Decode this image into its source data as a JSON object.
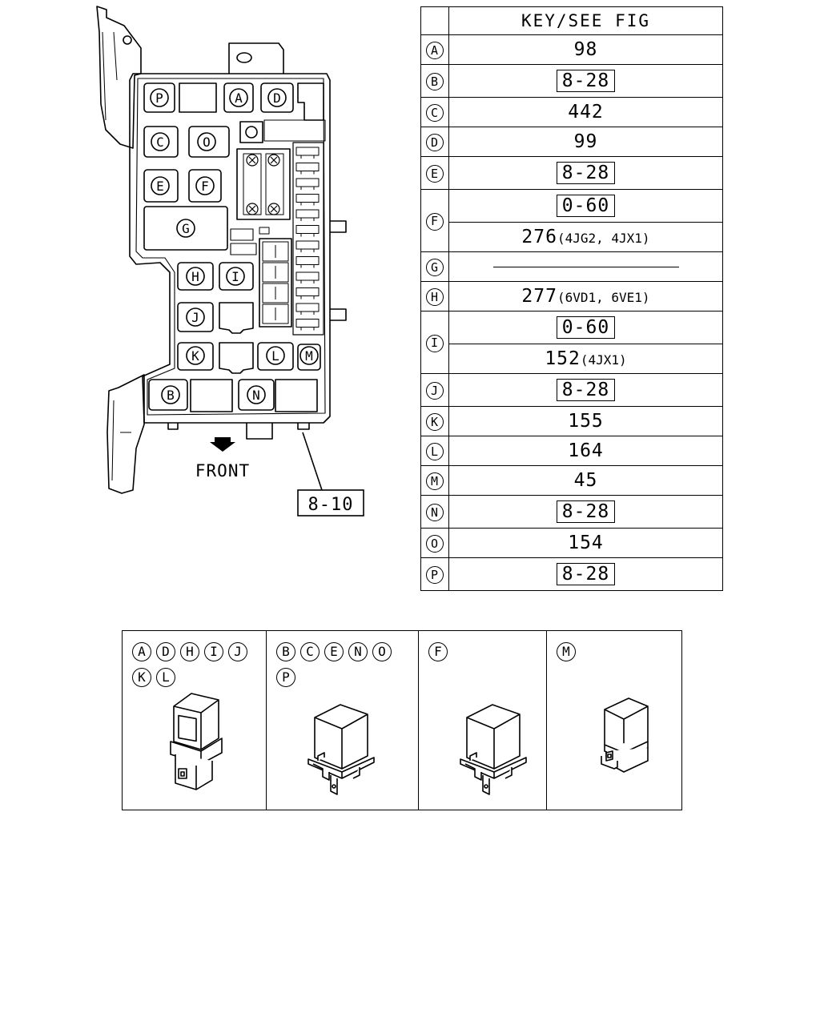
{
  "fusebox": {
    "positions": [
      "P",
      "A",
      "D",
      "C",
      "O",
      "E",
      "F",
      "G",
      "H",
      "I",
      "J",
      "K",
      "L",
      "M",
      "B",
      "N"
    ],
    "callout": "8-10",
    "front_label": "FRONT"
  },
  "key_table": {
    "header": "KEY/SEE FIG",
    "rows": [
      {
        "key": "A",
        "entries": [
          {
            "text": "98",
            "boxed": false
          }
        ]
      },
      {
        "key": "B",
        "entries": [
          {
            "text": "8-28",
            "boxed": true
          }
        ]
      },
      {
        "key": "C",
        "entries": [
          {
            "text": "442",
            "boxed": false
          }
        ]
      },
      {
        "key": "D",
        "entries": [
          {
            "text": "99",
            "boxed": false
          }
        ]
      },
      {
        "key": "E",
        "entries": [
          {
            "text": "8-28",
            "boxed": true
          }
        ]
      },
      {
        "key": "F",
        "entries": [
          {
            "text": "0-60",
            "boxed": true
          },
          {
            "text": "276",
            "note": "(4JG2, 4JX1)",
            "boxed": false
          }
        ]
      },
      {
        "key": "G",
        "entries": [
          {
            "text": "",
            "boxed": false,
            "blank_line": true
          }
        ]
      },
      {
        "key": "H",
        "entries": [
          {
            "text": "277",
            "note": "(6VD1, 6VE1)",
            "boxed": false
          }
        ]
      },
      {
        "key": "I",
        "entries": [
          {
            "text": "0-60",
            "boxed": true
          },
          {
            "text": "152",
            "note": "(4JX1)",
            "boxed": false
          }
        ]
      },
      {
        "key": "J",
        "entries": [
          {
            "text": "8-28",
            "boxed": true
          }
        ]
      },
      {
        "key": "K",
        "entries": [
          {
            "text": "155",
            "boxed": false
          }
        ]
      },
      {
        "key": "L",
        "entries": [
          {
            "text": "164",
            "boxed": false
          }
        ]
      },
      {
        "key": "M",
        "entries": [
          {
            "text": "45",
            "boxed": false
          }
        ]
      },
      {
        "key": "N",
        "entries": [
          {
            "text": "8-28",
            "boxed": true
          }
        ]
      },
      {
        "key": "O",
        "entries": [
          {
            "text": "154",
            "boxed": false
          }
        ]
      },
      {
        "key": "P",
        "entries": [
          {
            "text": "8-28",
            "boxed": true
          }
        ]
      }
    ]
  },
  "relay_types": [
    {
      "letters": [
        "A",
        "D",
        "H",
        "I",
        "J",
        "K",
        "L"
      ],
      "style": "tall-mini"
    },
    {
      "letters": [
        "B",
        "C",
        "E",
        "N",
        "O",
        "P"
      ],
      "style": "cube-flange"
    },
    {
      "letters": [
        "F"
      ],
      "style": "cube-flange"
    },
    {
      "letters": [
        "M"
      ],
      "style": "mini-side-tab"
    }
  ]
}
